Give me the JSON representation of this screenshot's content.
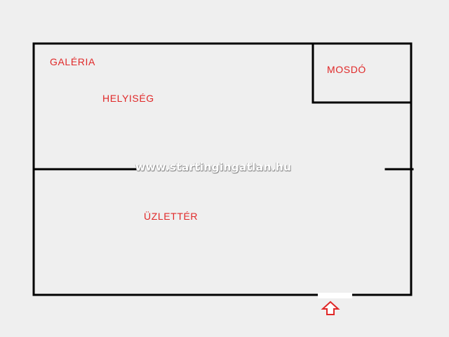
{
  "rooms": {
    "galeria": "GALÉRIA",
    "helyiseg": "HELYISÉG",
    "mosdo": "MOSDÓ",
    "uzletter": "ÜZLETTÉR"
  },
  "watermark": "www.startingingatlan.hu",
  "colors": {
    "label": "#e02828",
    "wall": "#000000",
    "background": "#efefef",
    "entrance_arrow": "#e02828"
  },
  "icons": {
    "entrance": "up-arrow-icon"
  }
}
